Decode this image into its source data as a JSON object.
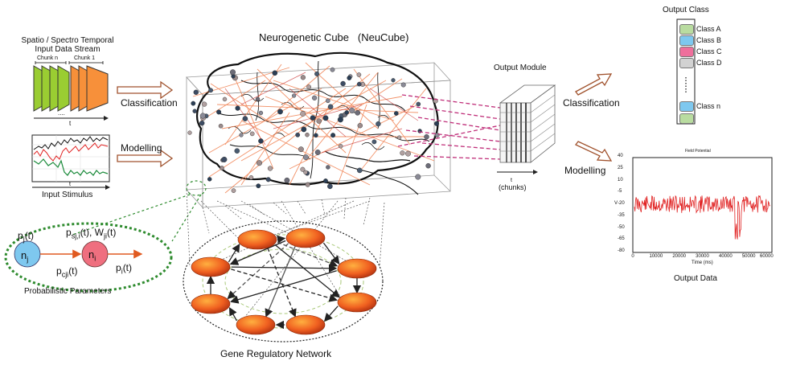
{
  "title": "Neurogenetic Cube",
  "title_abbr": "(NeuCube)",
  "input": {
    "stream_title_line1": "Spatio / Spectro Temporal",
    "stream_title_line2": "Input Data Stream",
    "chunk_n": "Chunk n",
    "chunk_1": "Chunk 1",
    "dots": "....",
    "t": "t",
    "stimulus_label": "Input Stimulus",
    "stimulus_t": "t"
  },
  "arrows": {
    "classification_left": "Classification",
    "modelling_left": "Modelling",
    "classification_right": "Classification",
    "modelling_right": "Modelling"
  },
  "output_module": {
    "label": "Output Module",
    "t": "t",
    "chunks": "(chunks)"
  },
  "output_class": {
    "title": "Output Class",
    "classes": [
      {
        "label": "Class A",
        "color": "#b9dca0"
      },
      {
        "label": "Class B",
        "color": "#7ec8ef"
      },
      {
        "label": "Class C",
        "color": "#ef6f9c"
      },
      {
        "label": "Class D",
        "color": "#d2d2d2"
      },
      {
        "label": "Class n",
        "color": "#7ec8ef"
      }
    ],
    "last_color": "#b9dca0"
  },
  "output_data": {
    "plot_title": "Field Potential",
    "label": "Output Data",
    "y_label": "V",
    "x_label": "Time (ms)",
    "y_ticks": [
      "40",
      "25",
      "10",
      "-5",
      "-20",
      "-35",
      "-50",
      "-65",
      "-80"
    ],
    "x_ticks": [
      "0",
      "10000",
      "20000",
      "30000",
      "40000",
      "50000",
      "60000"
    ]
  },
  "probabilistic": {
    "label": "Probabilistic Parameters",
    "nj": "n",
    "nj_sub": "j",
    "ni": "n",
    "ni_sub": "i",
    "pj": "p",
    "pj_sub": "j",
    "pj_t": "(t)",
    "psji": "p",
    "psji_sub": "sj,i",
    "psji_t": "(t), W",
    "wji_sub": "ji",
    "wji_t": "(t)",
    "pcji": "p",
    "pcji_sub": "cji",
    "pcji_t": "(t)",
    "pi": "p",
    "pi_sub": "i",
    "pi_t": "(t)"
  },
  "gene_label": "Gene Regulatory Network",
  "colors": {
    "green_chunk": "#9acd32",
    "orange_chunk": "#f7903a",
    "arrow_outline": "#a0522d",
    "node_blue": "#7ec8ef",
    "node_pink": "#ef6f7f",
    "dotted_green": "#2e8b2e",
    "gene_orange": "#f06020",
    "trace_red": "#e02020"
  }
}
